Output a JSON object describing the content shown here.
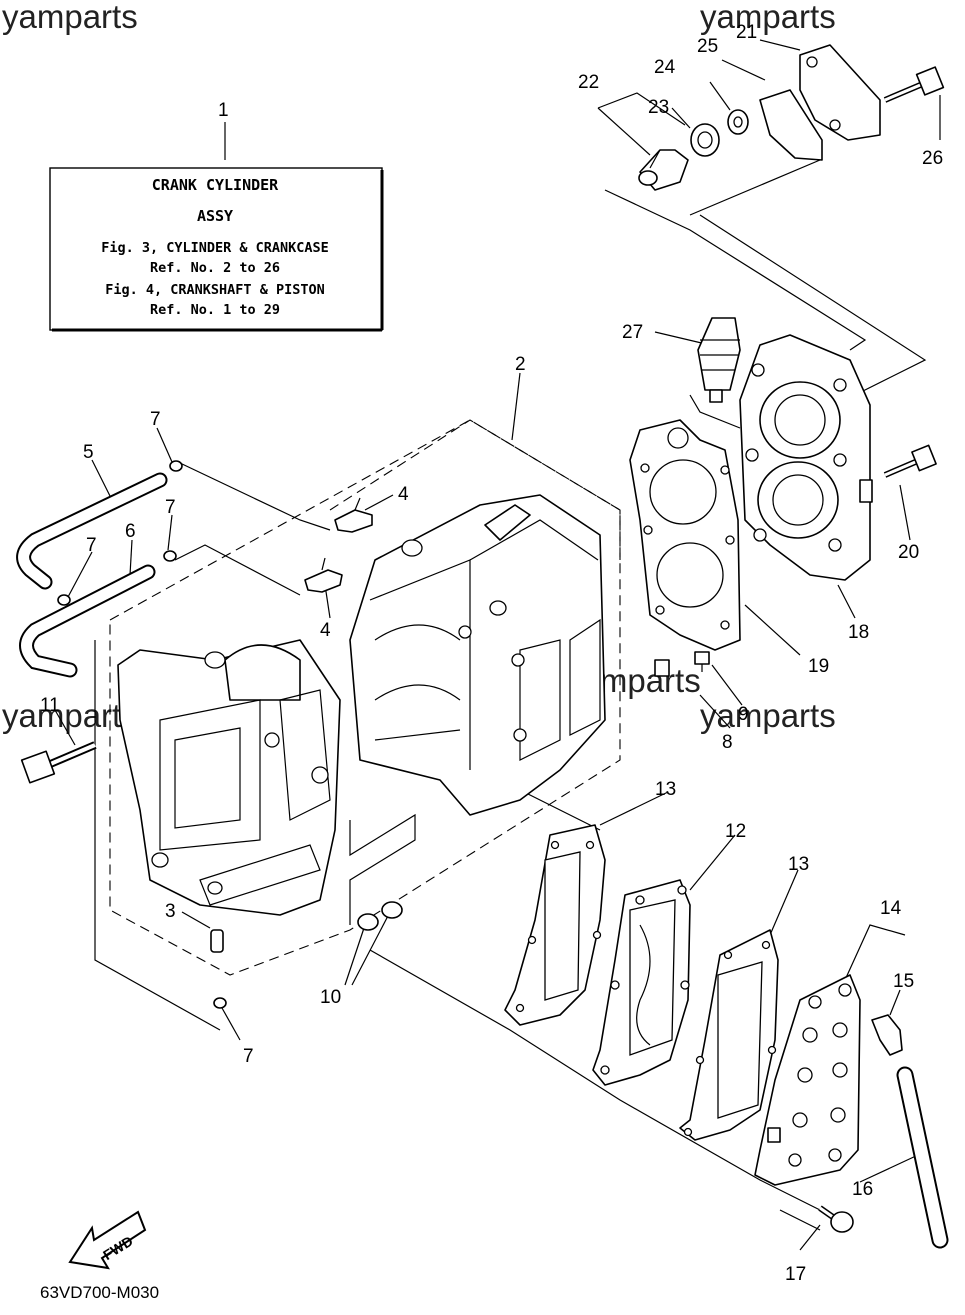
{
  "watermarks": [
    "yamparts",
    "yamparts",
    "yamparts",
    "yamparts",
    "yamparts"
  ],
  "info_box": {
    "line1": "CRANK CYLINDER",
    "line2": "ASSY",
    "line3": "Fig. 3, CYLINDER & CRANKCASE",
    "line4": "Ref. No. 2 to 26",
    "line5": "Fig. 4, CRANKSHAFT & PISTON",
    "line6": "Ref. No. 1 to 29"
  },
  "callouts": {
    "c1": "1",
    "c2": "2",
    "c3": "3",
    "c4a": "4",
    "c4b": "4",
    "c5": "5",
    "c6": "6",
    "c7a": "7",
    "c7b": "7",
    "c7c": "7",
    "c7d": "7",
    "c8": "8",
    "c9": "9",
    "c10": "10",
    "c11": "11",
    "c12": "12",
    "c13a": "13",
    "c13b": "13",
    "c14": "14",
    "c15": "15",
    "c16": "16",
    "c17": "17",
    "c18": "18",
    "c19": "19",
    "c20": "20",
    "c21": "21",
    "c22": "22",
    "c23": "23",
    "c24": "24",
    "c25": "25",
    "c26": "26",
    "c27": "27"
  },
  "fwd_label": "FWD",
  "diagram_code": "63VD700-M030"
}
